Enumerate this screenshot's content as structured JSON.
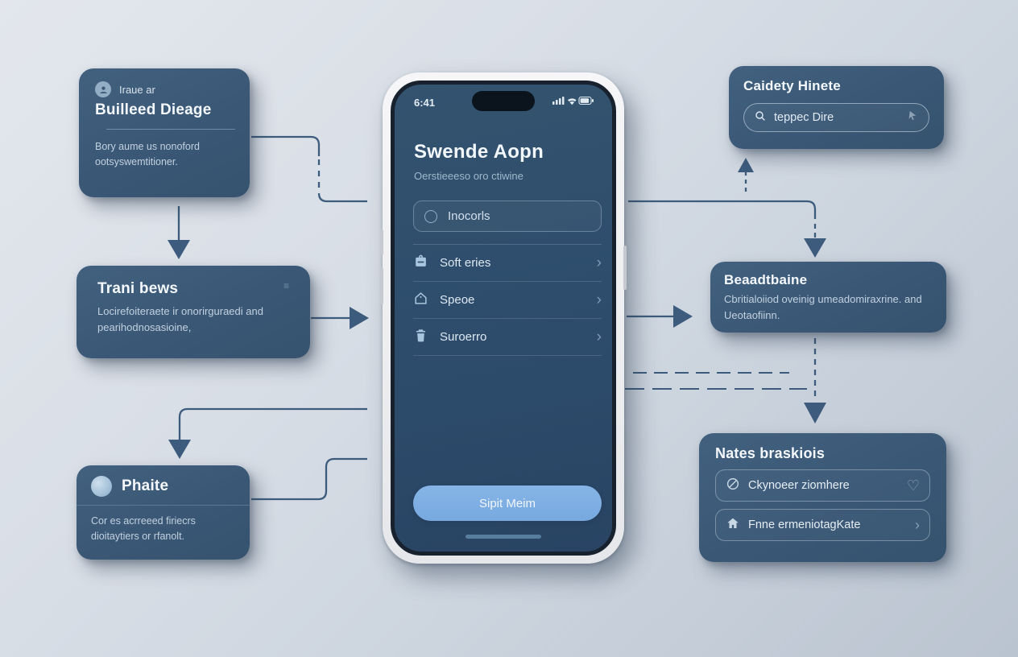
{
  "colors": {
    "card_fill": "#3a5876",
    "screen_fill": "#2d4c6c",
    "cta_fill": "#7caee2",
    "connector": "#3d5c7d",
    "background": "#d8dee6"
  },
  "icons": {
    "chevron": "›",
    "heart": "♡",
    "corner_glyph": "≡"
  },
  "boxes": {
    "top_left": {
      "eyebrow": "Iraue ar",
      "title": "Builleed Dieage",
      "body": "Bory aume us nonoford ootsyswemtitioner."
    },
    "mid_left": {
      "title": "Trani bews",
      "body": "Locirefoiteraete ir onorirguraedi and pearihodnosasioine,"
    },
    "bottom_left": {
      "title": "Phaite",
      "body": "Cor es acrreeed firiecrs dioitaytiers or rfanolt."
    },
    "top_right": {
      "title": "Caidety Hinete",
      "search_value": "teppec Dire"
    },
    "mid_right": {
      "title": "Beaadtbaine",
      "body": "Cbritialoiiod oveinig umeadomiraxrine. and Ueotaofiinn."
    },
    "bottom_right": {
      "title": "Nates braskiois",
      "rows": [
        {
          "label": "Ckynoeer ziomhere"
        },
        {
          "label": "Fnne ermeniotagKate"
        }
      ]
    }
  },
  "phone": {
    "status_time": "6:41",
    "app_title": "Swende Aopn",
    "app_subtitle": "Oerstieeeso oro ctiwine",
    "search_value": "Inocorls",
    "menu_items": [
      {
        "label": "Soft eries"
      },
      {
        "label": "Speoe"
      },
      {
        "label": "Suroerro"
      }
    ],
    "cta_label": "Sipit Meim"
  }
}
